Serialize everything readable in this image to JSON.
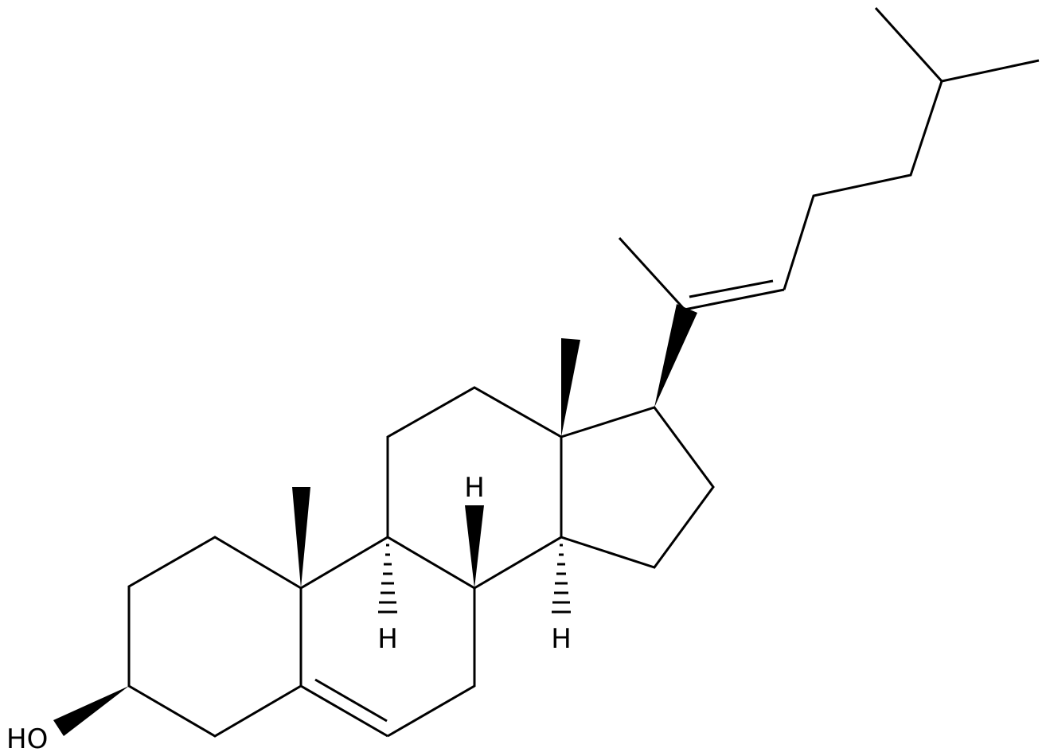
{
  "molecule": {
    "atom_labels": {
      "hydroxyl": "HO",
      "h8": "H",
      "h9": "H",
      "h14": "H"
    }
  },
  "colors": {
    "background": "#ffffff",
    "bond": "#000000"
  }
}
